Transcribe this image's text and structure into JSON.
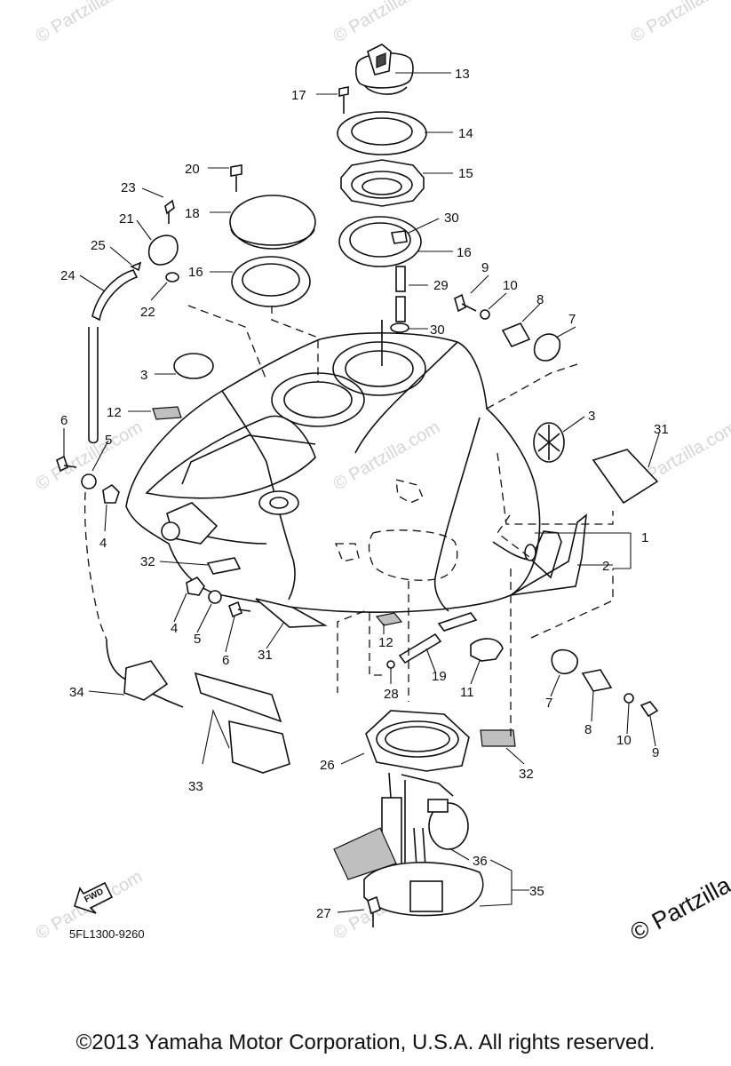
{
  "watermark": "© Partzilla.com",
  "brand_mark": "© Partzilla",
  "diagram_code": "5FL1300-9260",
  "fwd_label": "FWD",
  "copyright": "©2013  Yamaha Motor Corporation, U.S.A. All rights reserved.",
  "callouts": [
    "1",
    "2",
    "3",
    "3",
    "4",
    "4",
    "5",
    "5",
    "6",
    "6",
    "7",
    "7",
    "8",
    "8",
    "9",
    "9",
    "10",
    "10",
    "11",
    "12",
    "12",
    "13",
    "14",
    "15",
    "16",
    "16",
    "17",
    "18",
    "19",
    "20",
    "21",
    "22",
    "23",
    "24",
    "25",
    "26",
    "27",
    "28",
    "29",
    "30",
    "30",
    "31",
    "31",
    "32",
    "32",
    "33",
    "34",
    "35",
    "36"
  ]
}
